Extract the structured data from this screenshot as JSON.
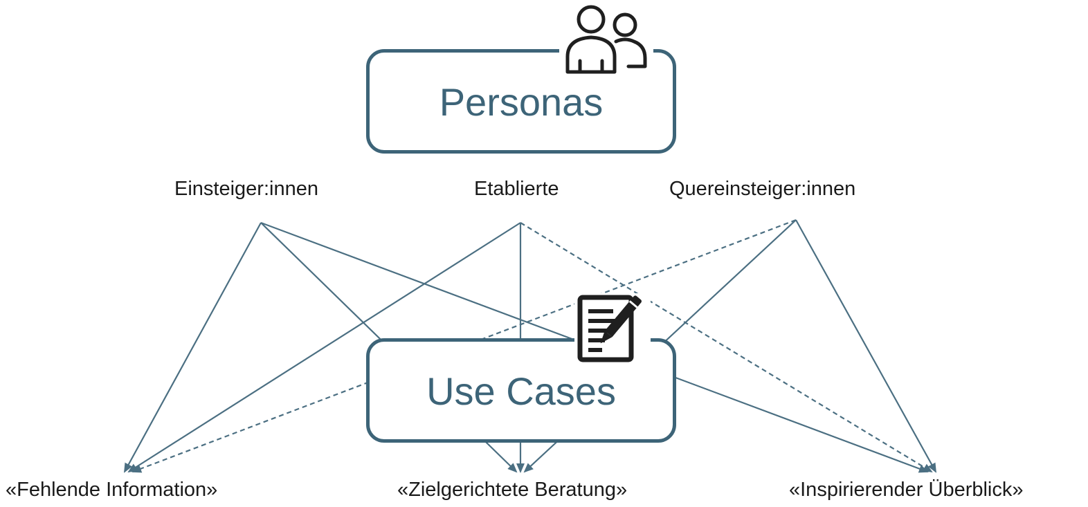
{
  "colors": {
    "accent": "#3d6478",
    "text": "#1a1a1a",
    "line": "#4b6f82"
  },
  "personas": {
    "title": "Personas",
    "icon": "people-icon",
    "groups": [
      "Einsteiger:innen",
      "Etablierte",
      "Quereinsteiger:innen"
    ]
  },
  "use_cases": {
    "title": "Use Cases",
    "icon": "document-pencil-icon",
    "items": [
      "«Fehlende Information»",
      "«Zielgerichtete Beratung»",
      "«Inspirierender Überblick»"
    ]
  },
  "links": [
    {
      "from": "Einsteiger:innen",
      "to": "«Fehlende Information»",
      "style": "solid"
    },
    {
      "from": "Einsteiger:innen",
      "to": "«Zielgerichtete Beratung»",
      "style": "solid"
    },
    {
      "from": "Einsteiger:innen",
      "to": "«Inspirierender Überblick»",
      "style": "solid"
    },
    {
      "from": "Etablierte",
      "to": "«Fehlende Information»",
      "style": "solid"
    },
    {
      "from": "Etablierte",
      "to": "«Zielgerichtete Beratung»",
      "style": "solid"
    },
    {
      "from": "Etablierte",
      "to": "«Inspirierender Überblick»",
      "style": "dashed"
    },
    {
      "from": "Quereinsteiger:innen",
      "to": "«Fehlende Information»",
      "style": "dashed"
    },
    {
      "from": "Quereinsteiger:innen",
      "to": "«Zielgerichtete Beratung»",
      "style": "solid"
    },
    {
      "from": "Quereinsteiger:innen",
      "to": "«Inspirierender Überblick»",
      "style": "solid"
    }
  ]
}
